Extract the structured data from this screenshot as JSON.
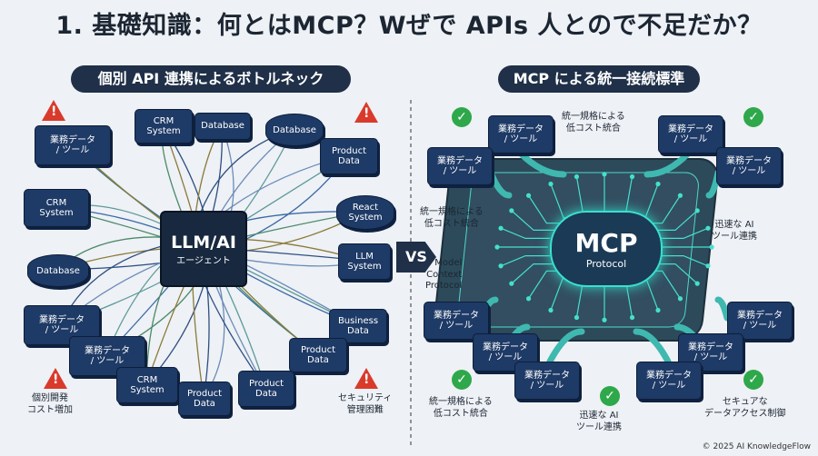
{
  "title": "1. 基礎知識：何とはMCP？Wぜで APIs 人とので不足だか？",
  "left": {
    "banner": "個別 API 連携によるボトルネック",
    "center_chip": {
      "title": "LLM/AI",
      "subtitle": "エージェント"
    },
    "nodes": [
      {
        "label": "業務データ\n/ ツール"
      },
      {
        "label": "CRM\nSystem"
      },
      {
        "label": "Database"
      },
      {
        "label": "Database"
      },
      {
        "label": "Product\nData"
      },
      {
        "label": "CRM\nSystem"
      },
      {
        "label": "React\nSystem"
      },
      {
        "label": "Database"
      },
      {
        "label": "LLM\nSystem"
      },
      {
        "label": "業務データ\n/ ツール"
      },
      {
        "label": "Business\nData"
      },
      {
        "label": "業務データ\n/ ツール"
      },
      {
        "label": "Product\nData"
      },
      {
        "label": "CRM\nSystem"
      },
      {
        "label": "Product\nData"
      },
      {
        "label": "Product\nData"
      }
    ],
    "warnings": [
      {
        "label": ""
      },
      {
        "label": ""
      },
      {
        "label": "個別開発\nコスト増加"
      },
      {
        "label": "セキュリティ\n管理困難"
      }
    ]
  },
  "vs": "VS",
  "right": {
    "banner": "MCP による統一接続標準",
    "center_chip": {
      "title": "MCP",
      "subtitle": "Protocol"
    },
    "node_label": "業務データ\n/ ツール",
    "notes": {
      "top": "統一規格による\n低コスト統合",
      "left": "統一規格による\n低コスト統合",
      "model": "Model\nContext\nProtocol",
      "right": "迅速な AI\nツール連携",
      "bottom_left": "統一規格による\n低コスト統合",
      "bottom_center": "迅速な AI\nツール連携",
      "bottom_right": "セキュアな\nデータアクセス制御"
    }
  },
  "copyright": "© 2025 AI KnowledgeFlow",
  "colors": {
    "node": "#1e3a66",
    "accent": "#39e0d0",
    "warn": "#d93a2b",
    "check": "#2ea84a"
  }
}
